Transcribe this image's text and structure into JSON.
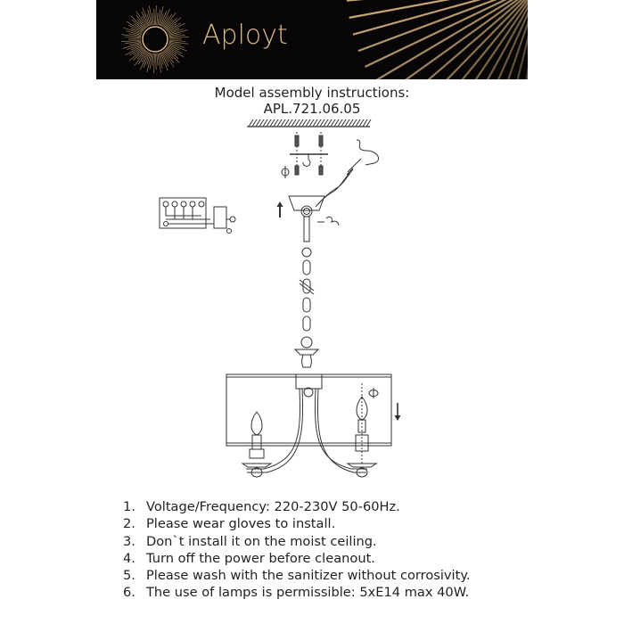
{
  "banner": {
    "brand": "Aployt",
    "background_color": "#070505",
    "accent_color": "#d6b88a",
    "logo_icon": "sunburst-eclipse-icon"
  },
  "header": {
    "title": "Model assembly instructions:",
    "model_code": "APL.721.06.05"
  },
  "diagram": {
    "elements": [
      "ceiling-hatch",
      "mounting-screws",
      "ceiling-hook",
      "rotate-symbol",
      "wire-connector",
      "terminal-block-wiring",
      "up-arrow",
      "canopy",
      "chain",
      "chandelier-body",
      "lamp-shade",
      "candle-bulbs",
      "down-arrow"
    ]
  },
  "notes": [
    {
      "num": "1.",
      "text": "Voltage/Frequency: 220-230V 50-60Hz."
    },
    {
      "num": "2.",
      "text": "Please wear gloves to install."
    },
    {
      "num": "3.",
      "text": "Don`t install it on the moist ceiling."
    },
    {
      "num": "4.",
      "text": "Turn off the power before cleanout."
    },
    {
      "num": "5.",
      "text": "Please wash with the sanitizer without corrosivity."
    },
    {
      "num": "6.",
      "text": "The use of lamps is permissible: 5xE14 max 40W."
    }
  ]
}
